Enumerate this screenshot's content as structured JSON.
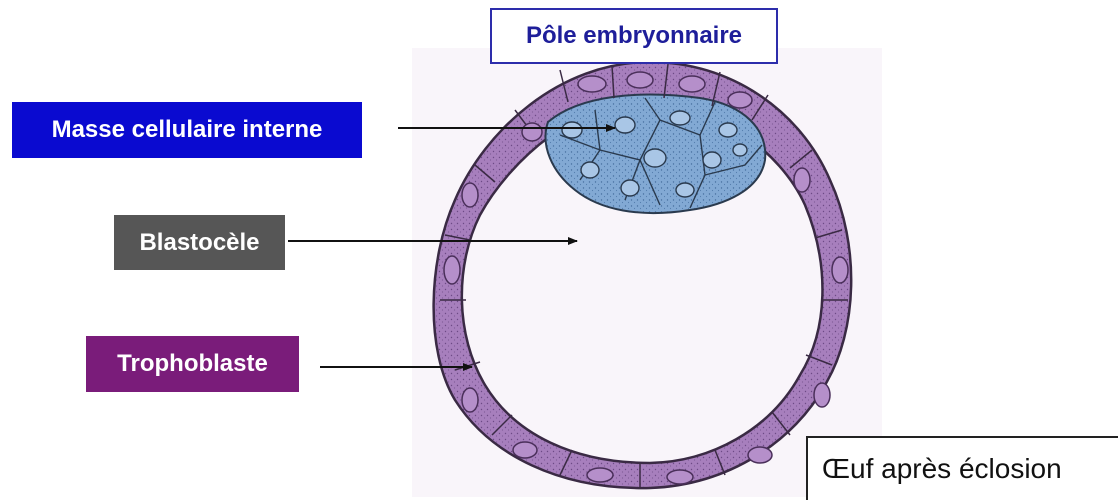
{
  "labels": {
    "pole": "Pôle embryonnaire",
    "masse": "Masse cellulaire interne",
    "blastocele": "Blastocèle",
    "trophoblaste": "Trophoblaste",
    "caption": "Œuf après éclosion"
  },
  "colors": {
    "masse_bg": "#0a0ad0",
    "blastocele_bg": "#565656",
    "trophoblaste_bg": "#7a1c7a",
    "pole_text": "#1e1e9a",
    "trophoblast_cells": "#a77fbd",
    "inner_cells": "#82a9d4",
    "nucleus": "#6a4a82"
  }
}
